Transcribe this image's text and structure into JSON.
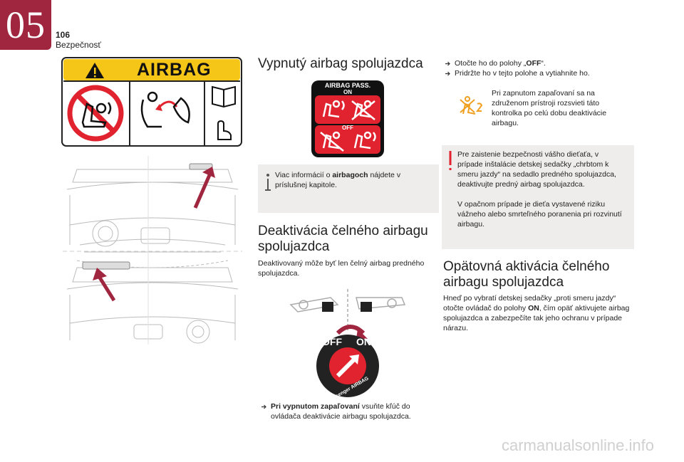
{
  "header": {
    "chapter": "05",
    "page_number": "106",
    "section": "Bezpečnosť"
  },
  "airbag_label": {
    "title": "AIRBAG"
  },
  "col2": {
    "title1": "Vypnutý airbag spolujazdca",
    "pass_panel": {
      "title": "AIRBAG PASS.",
      "on": "ON",
      "off": "OFF"
    },
    "info_pre": "Viac informácií o ",
    "info_bold": "airbagoch",
    "info_post": " nájdete v príslušnej kapitole.",
    "title2": "Deaktivácia čelného airbagu spolujazdca",
    "para1": "Deaktivovaný môže byť len čelný airbag predného spolujazdca.",
    "switch": {
      "off": "OFF",
      "on": "ON",
      "ring": "Passenger AIRBAG"
    },
    "step_bold": "Pri vypnutom zapaľovaní",
    "step_rest": " vsuňte kľúč do ovládača deaktivácie airbagu spolujazdca."
  },
  "col3": {
    "step1_pre": "Otočte ho do polohy „",
    "step1_bold": "OFF",
    "step1_post": "“.",
    "step2": "Pridržte ho v tejto polohe a vytiahnite ho.",
    "lamp_text": "Pri zapnutom zapaľovaní sa na združenom prístroji rozsvieti táto kontrolka po celú dobu deaktivácie airbagu.",
    "warn_text1": "Pre zaistenie bezpečnosti vášho dieťaťa, v prípade inštalácie detskej sedačky „chrbtom k smeru jazdy“ na sedadlo predného spolujazdca, deaktivujte predný airbag spolujazdca.",
    "warn_text2": "V opačnom prípade je dieťa vystavené riziku vážneho alebo smrteľného poranenia pri rozvinutí airbagu.",
    "title3": "Opätovná aktivácia čelného airbagu spolujazdca",
    "para2_pre": "Hneď po vybratí detskej sedačky „proti smeru jazdy“ otočte ovládač do polohy ",
    "para2_bold": "ON",
    "para2_post": ", čím opäť aktivujete airbag spolujazdca a zabezpečíte tak jeho ochranu v prípade nárazu."
  },
  "step_bullet": "",
  "footer": {
    "watermark": "carmanualsonline.info"
  },
  "colors": {
    "brand": "#a0263f",
    "warning_yellow": "#f5c518",
    "panel_red": "#e0232e",
    "lamp_orange": "#f0a020"
  }
}
